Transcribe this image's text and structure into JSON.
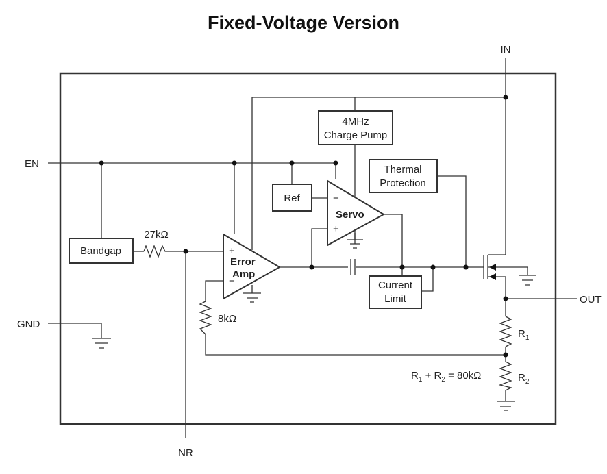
{
  "title": "Fixed-Voltage Version",
  "pins": {
    "in": "IN",
    "en": "EN",
    "gnd": "GND",
    "nr": "NR",
    "out": "OUT"
  },
  "blocks": {
    "charge_pump_line1": "4MHz",
    "charge_pump_line2": "Charge Pump",
    "thermal_line1": "Thermal",
    "thermal_line2": "Protection",
    "ref": "Ref",
    "servo": "Servo",
    "bandgap": "Bandgap",
    "error_amp_line1": "Error",
    "error_amp_line2": "Amp",
    "current_limit_line1": "Current",
    "current_limit_line2": "Limit"
  },
  "components": {
    "r_27k": "27kΩ",
    "r_8k": "8kΩ",
    "r1_main": "R",
    "r1_sub": "1",
    "r2_main": "R",
    "r2_sub": "2",
    "plus": "+",
    "minus": "−"
  },
  "equation": {
    "r1": "R",
    "sub1": "1",
    "plus": " + R",
    "sub2": "2",
    "rest": " = 80kΩ"
  }
}
